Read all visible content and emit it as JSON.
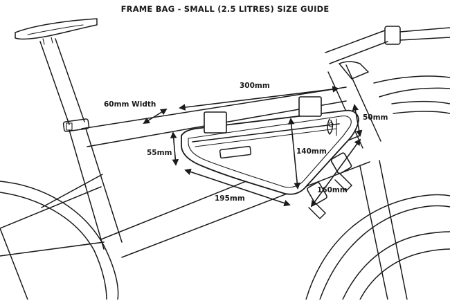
{
  "title": "FRAME BAG - SMALL (2.5 LITRES) SIZE GUIDE",
  "dimensions": {
    "width": "60mm Width",
    "top_length": "300mm",
    "front_height": "50mm",
    "rear_height": "55mm",
    "depth": "140mm",
    "bottom_length": "195mm",
    "diagonal": "160mm"
  },
  "colors": {
    "line": "#1a1a1a",
    "background": "#ffffff"
  }
}
